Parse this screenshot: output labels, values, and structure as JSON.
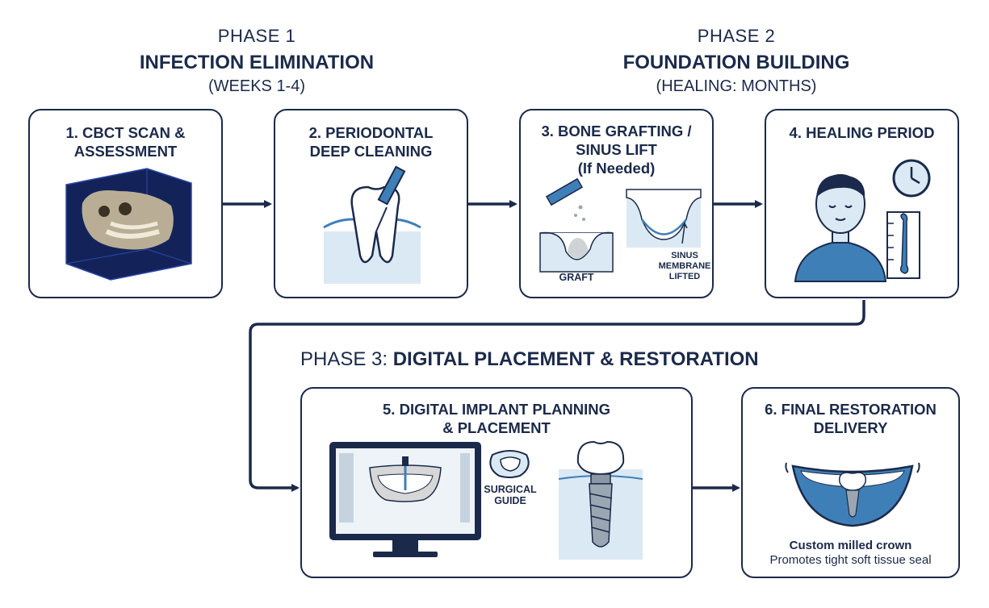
{
  "phases": {
    "p1": {
      "label": "PHASE 1",
      "title": "INFECTION ELIMINATION",
      "sub": "(WEEKS 1-4)"
    },
    "p2": {
      "label": "PHASE 2",
      "title": "FOUNDATION BUILDING",
      "sub": "(HEALING: MONTHS)"
    },
    "p3": {
      "label": "PHASE 3:",
      "title": "DIGITAL PLACEMENT & RESTORATION"
    }
  },
  "steps": [
    {
      "title_1": "1. CBCT SCAN &",
      "title_2": "ASSESSMENT"
    },
    {
      "title_1": "2. PERIODONTAL",
      "title_2": "DEEP CLEANING"
    },
    {
      "title_1": "3. BONE GRAFTING /",
      "title_2": "SINUS LIFT",
      "title_3": "(If Needed)",
      "graft_label": "GRAFT",
      "sinus_label_1": "SINUS",
      "sinus_label_2": "MEMBRANE",
      "sinus_label_3": "LIFTED"
    },
    {
      "title_1": "4. HEALING PERIOD"
    },
    {
      "title_1": "5. DIGITAL IMPLANT PLANNING",
      "title_2": "& PLACEMENT",
      "guide_label_1": "SURGICAL",
      "guide_label_2": "GUIDE"
    },
    {
      "title_1": "6. FINAL RESTORATION",
      "title_2": "DELIVERY",
      "caption_1": "Custom milled crown",
      "caption_2": "Promotes tight soft tissue seal"
    }
  ],
  "colors": {
    "navy": "#1b2a4a",
    "blue": "#3f7fb8",
    "light_blue": "#dbe9f4",
    "bone": "#d8d2c3"
  }
}
